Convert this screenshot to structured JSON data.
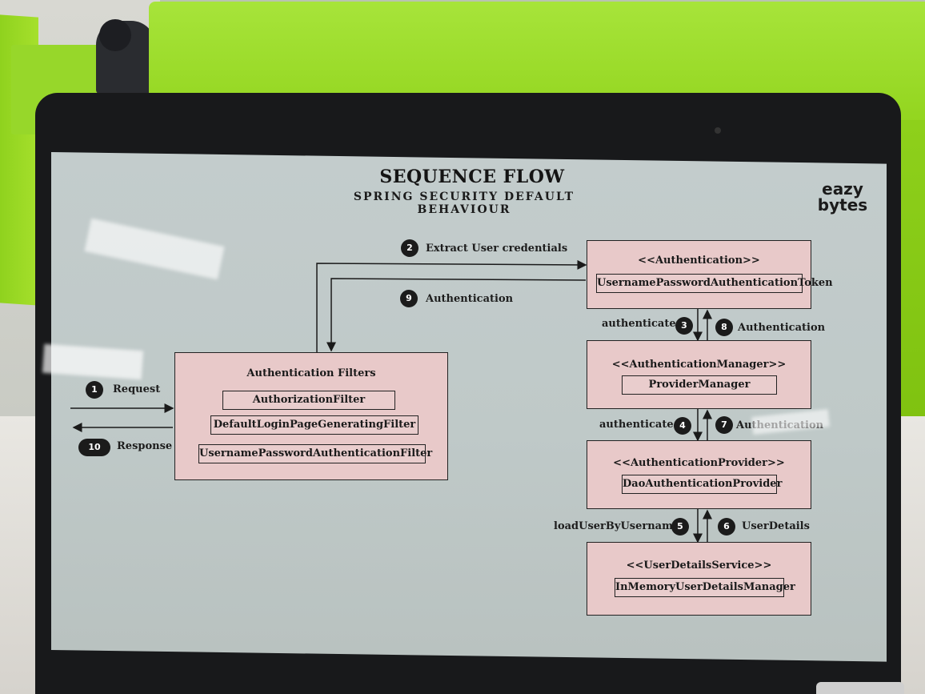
{
  "slide": {
    "title": "SEQUENCE FLOW",
    "subtitle": "SPRING SECURITY DEFAULT BEHAVIOUR",
    "logo_line1": "eazy",
    "logo_line2": "bytes"
  },
  "filters_box": {
    "title": "Authentication Filters",
    "items": [
      "AuthorizationFilter",
      "DefaultLoginPageGeneratingFilter",
      "UsernamePasswordAuthenticationFilter"
    ]
  },
  "right_boxes": [
    {
      "title": "<<Authentication>>",
      "item": "UsernamePasswordAuthenticationToken"
    },
    {
      "title": "<<AuthenticationManager>>",
      "item": "ProviderManager"
    },
    {
      "title": "<<AuthenticationProvider>>",
      "item": "DaoAuthenticationProvider"
    },
    {
      "title": "<<UserDetailsService>>",
      "item": "InMemoryUserDetailsManager"
    }
  ],
  "steps": [
    {
      "num": "1",
      "label": "Request"
    },
    {
      "num": "2",
      "label": "Extract User credentials"
    },
    {
      "num": "3",
      "label": "authenticate()"
    },
    {
      "num": "4",
      "label": "authenticate()"
    },
    {
      "num": "5",
      "label": "loadUserByUsername()"
    },
    {
      "num": "6",
      "label": "UserDetails"
    },
    {
      "num": "7",
      "label": "Authentication"
    },
    {
      "num": "8",
      "label": "Authentication"
    },
    {
      "num": "9",
      "label": "Authentication"
    },
    {
      "num": "10",
      "label": "Response"
    }
  ]
}
